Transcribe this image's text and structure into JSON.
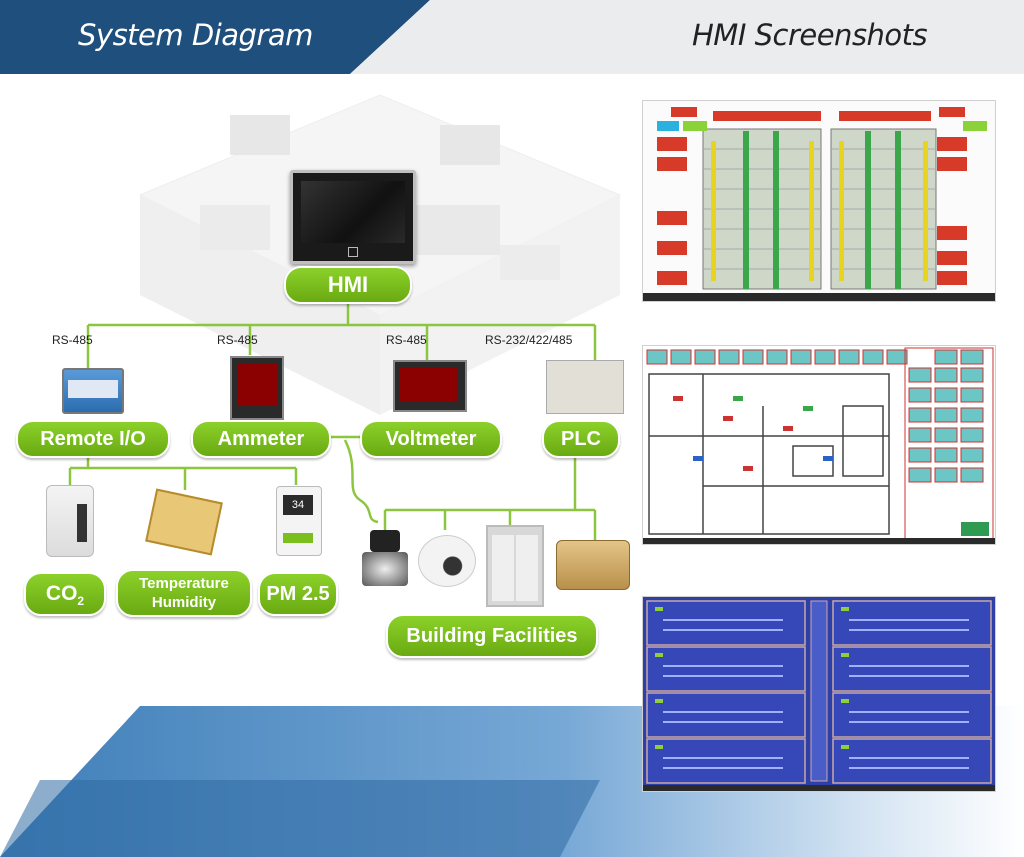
{
  "header": {
    "left_title": "System Diagram",
    "right_title": "HMI Screenshots"
  },
  "diagram": {
    "hub": "HMI",
    "links": [
      "RS-485",
      "RS-485",
      "RS-485",
      "RS-232/422/485"
    ],
    "devices": {
      "remote_io": "Remote I/O",
      "ammeter": "Ammeter",
      "voltmeter": "Voltmeter",
      "plc": "PLC"
    },
    "sensors": {
      "co2_base": "CO",
      "co2_sub": "2",
      "temp_line1": "Temperature",
      "temp_line2": "Humidity",
      "pm25": "PM 2.5"
    },
    "facilities": "Building Facilities",
    "hmi_screen_value": "34"
  },
  "colors": {
    "accent_green": "#7bbf1f",
    "header_blue": "#1f4f7c",
    "screenshot_blue": "#2f3fa8"
  }
}
